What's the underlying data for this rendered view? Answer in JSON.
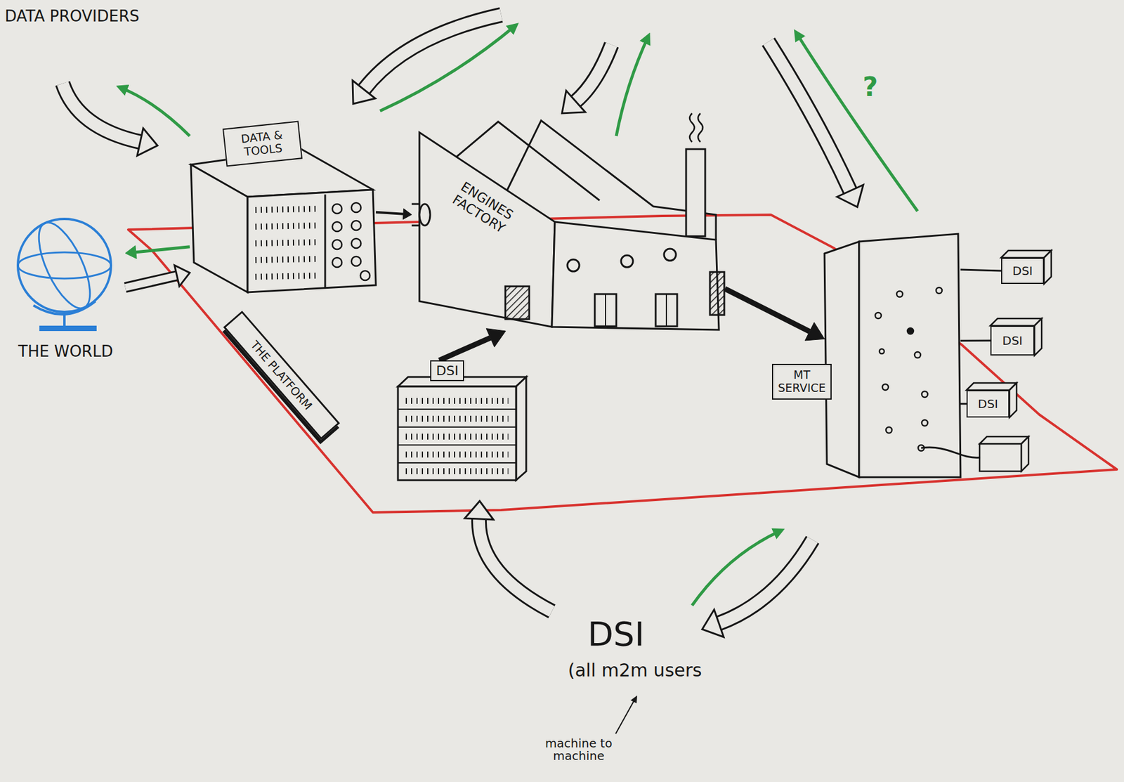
{
  "diagram": {
    "nodes": [
      {
        "text": [
          "THE WORLD"
        ]
      },
      {
        "text": [
          "DATA & TOOLS"
        ]
      },
      {
        "text": [
          "ENGINES FACTORY"
        ]
      },
      {
        "text": [
          "MT SERVICE"
        ]
      },
      {
        "text": [
          "DSI"
        ]
      },
      {
        "text": [
          "DSI"
        ]
      },
      {
        "text": [
          "DSI"
        ]
      },
      {
        "text": [
          "THE PLATFORM"
        ]
      },
      {
        "text": [
          "DSI"
        ]
      }
    ],
    "edges": [
      {
        "from": 1,
        "to": 2,
        "arrow": "to"
      },
      {
        "from": 8,
        "to": 2,
        "arrow": "to"
      },
      {
        "from": 2,
        "to": 3,
        "arrow": "to"
      },
      {
        "from": 3,
        "to": 4,
        "arrow": "none"
      },
      {
        "from": 3,
        "to": 5,
        "arrow": "none"
      },
      {
        "from": 3,
        "to": 6,
        "arrow": "none"
      },
      {
        "from": 1,
        "to": 0,
        "arrow": "to"
      },
      {
        "from": 0,
        "to": 1,
        "arrow": "to"
      }
    ],
    "labels": [
      "DATA PROVIDERS",
      "?",
      "DSI",
      "(all m2m users",
      "machine to machine"
    ]
  }
}
